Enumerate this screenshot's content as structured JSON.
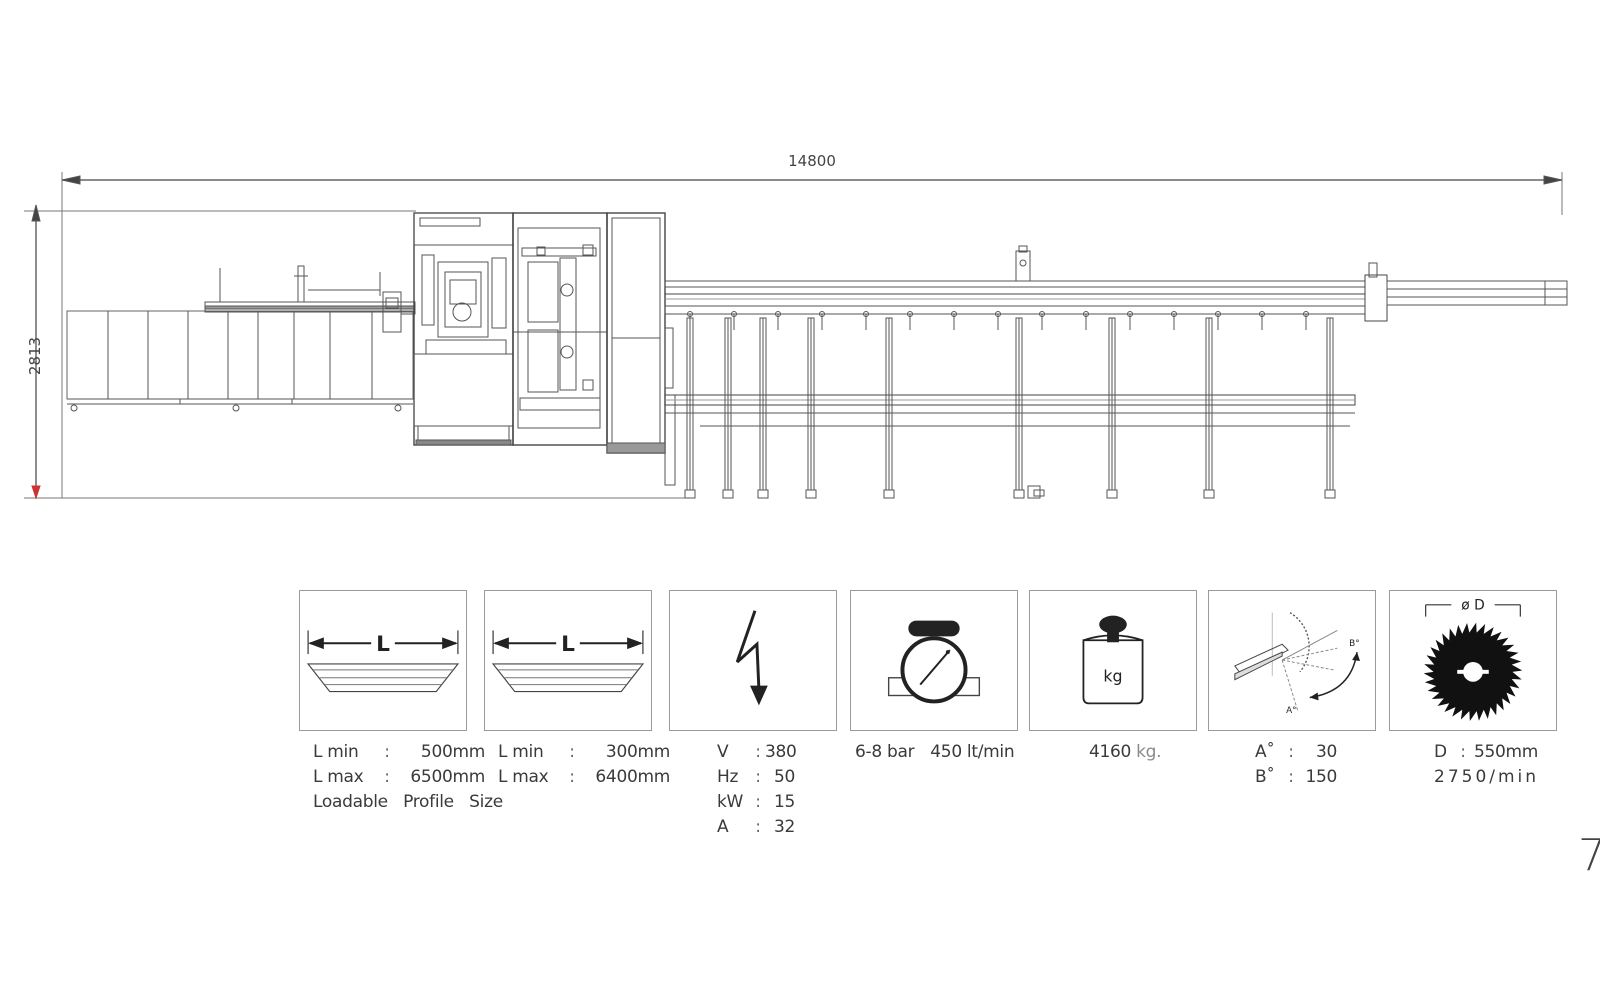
{
  "dimensions": {
    "length_label": "14800",
    "height_label": "2813"
  },
  "specs": {
    "loader_1": {
      "lmin_key": "L  min",
      "lmin_sep": ":",
      "lmin_val": "500mm",
      "lmax_key": "L  max",
      "lmax_sep": ":",
      "lmax_val": "6500mm",
      "note": "Loadable   Profile   Size",
      "icon_letter": "L"
    },
    "loader_2": {
      "lmin_key": "L  min",
      "lmin_sep": ":",
      "lmin_val": "300mm",
      "lmax_key": "L  max",
      "lmax_sep": ":",
      "lmax_val": "6400mm",
      "icon_letter": "L"
    },
    "electrical": {
      "v_key": "V",
      "v_val": "380",
      "hz_key": "Hz",
      "hz_val": "50",
      "kw_key": "kW",
      "kw_val": "15",
      "a_key": "A",
      "a_val": "32",
      "sep": ":"
    },
    "air": {
      "pressure": "6-8 bar",
      "flow": "450 lt/min"
    },
    "weight": {
      "value": "4160",
      "unit": "kg.",
      "icon_label": "kg"
    },
    "angle": {
      "a_key": "A˚",
      "a_val": "30",
      "b_key": "B˚",
      "b_val": "150",
      "sep": ":",
      "icon_a": "A°",
      "icon_b": "B°"
    },
    "blade": {
      "d_key": "D",
      "sep": ":",
      "d_val": "550mm",
      "rpm": "2750/min",
      "icon_label": "ø D"
    }
  },
  "page_number": "7"
}
